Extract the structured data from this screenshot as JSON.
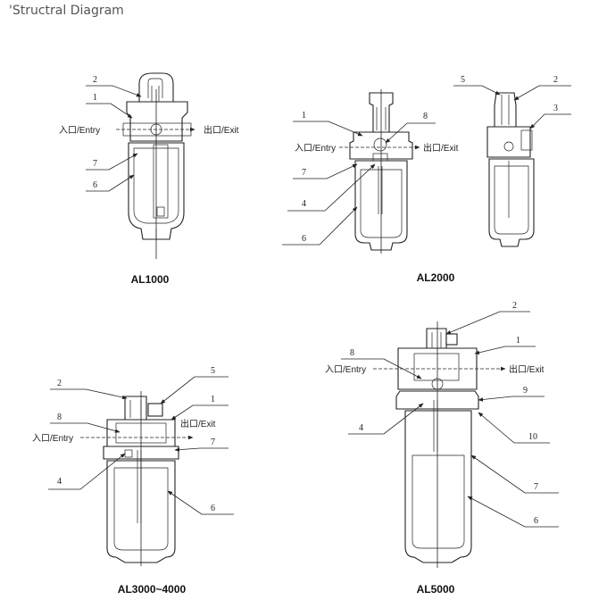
{
  "title": "'Structral Diagram",
  "labels": {
    "entry": "入口/Entry",
    "exit": "出口/Exit"
  },
  "models": [
    {
      "id": "al1000",
      "name": "AL1000",
      "callouts": [
        "2",
        "1",
        "7",
        "6"
      ]
    },
    {
      "id": "al2000",
      "name": "AL2000",
      "callouts": [
        "1",
        "8",
        "7",
        "4",
        "6",
        "5",
        "2",
        "3"
      ]
    },
    {
      "id": "al3000",
      "name": "AL3000~4000",
      "callouts": [
        "2",
        "5",
        "1",
        "8",
        "7",
        "4",
        "6"
      ]
    },
    {
      "id": "al5000",
      "name": "AL5000",
      "callouts": [
        "2",
        "1",
        "8",
        "9",
        "4",
        "10",
        "7",
        "6"
      ]
    }
  ]
}
